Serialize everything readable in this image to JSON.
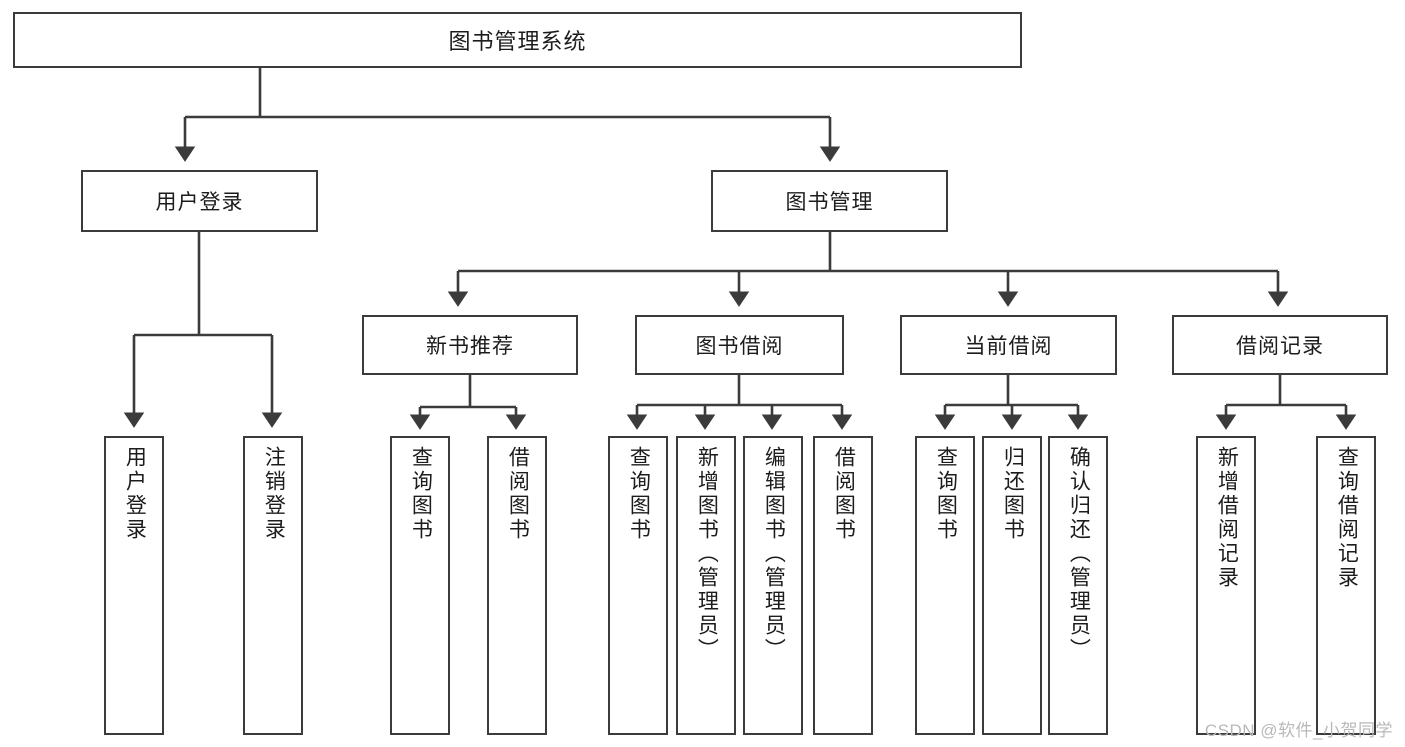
{
  "diagram": {
    "type": "tree-hierarchy-chart",
    "title": "图书管理系统",
    "line_color": "#3b3b3b",
    "box_fill": "#ffffff",
    "text_color": "#1c1c1c",
    "levels": 4
  },
  "nodes": {
    "root": {
      "label": "图书管理系统"
    },
    "level2": [
      {
        "label": "用户登录"
      },
      {
        "label": "图书管理"
      }
    ],
    "level3": [
      {
        "label": "新书推荐"
      },
      {
        "label": "图书借阅"
      },
      {
        "label": "当前借阅"
      },
      {
        "label": "借阅记录"
      }
    ],
    "user_login_leaves": [
      {
        "label": "用户登录"
      },
      {
        "label": "注销登录"
      }
    ],
    "new_book_leaves": [
      {
        "label": "查询图书"
      },
      {
        "label": "借阅图书"
      }
    ],
    "borrow_book_leaves": [
      {
        "label": "查询图书"
      },
      {
        "label": "新增图书（管理员）"
      },
      {
        "label": "编辑图书（管理员）"
      },
      {
        "label": "借阅图书"
      }
    ],
    "current_borrow_leaves": [
      {
        "label": "查询图书"
      },
      {
        "label": "归还图书"
      },
      {
        "label": "确认归还（管理员）"
      }
    ],
    "borrow_record_leaves": [
      {
        "label": "新增借阅记录"
      },
      {
        "label": "查询借阅记录"
      }
    ]
  },
  "watermark": {
    "text": "CSDN @软件_小贺同学"
  }
}
